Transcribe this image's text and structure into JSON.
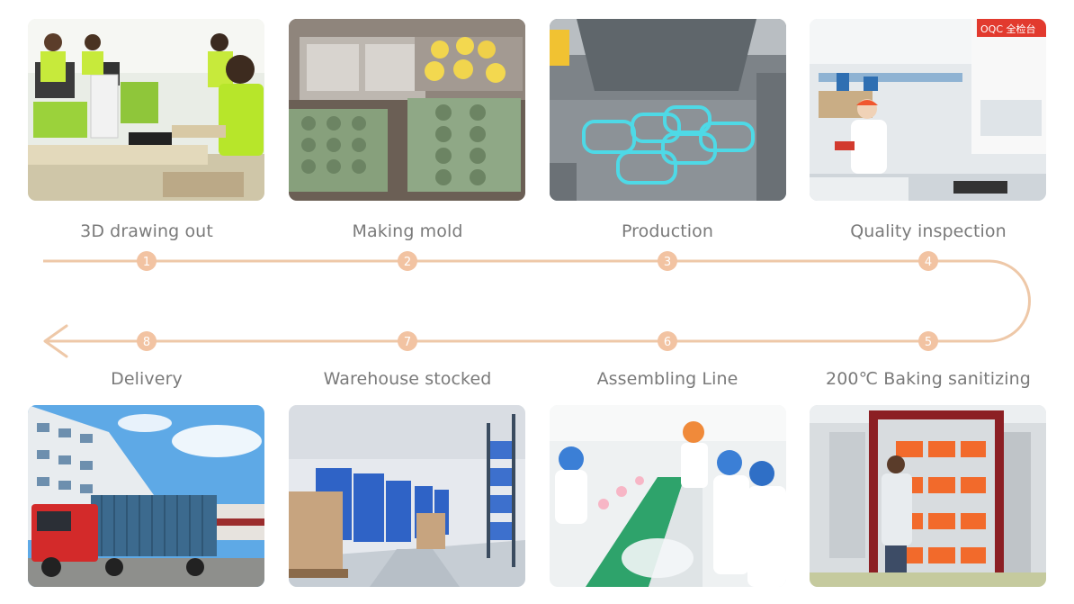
{
  "steps": [
    {
      "number": "1",
      "label": "3D drawing out"
    },
    {
      "number": "2",
      "label": "Making mold"
    },
    {
      "number": "3",
      "label": "Production"
    },
    {
      "number": "4",
      "label": "Quality inspection"
    },
    {
      "number": "5",
      "label": "200℃ Baking sanitizing"
    },
    {
      "number": "6",
      "label": "Assembling Line"
    },
    {
      "number": "7",
      "label": "Warehouse stocked"
    },
    {
      "number": "8",
      "label": "Delivery"
    }
  ],
  "signs": {
    "oqc_sign": "OQC 全检台"
  },
  "colors": {
    "flow_line": "#eec8a8",
    "step_circle": "#f2c3a2",
    "caption_text": "#7a7a7a"
  }
}
